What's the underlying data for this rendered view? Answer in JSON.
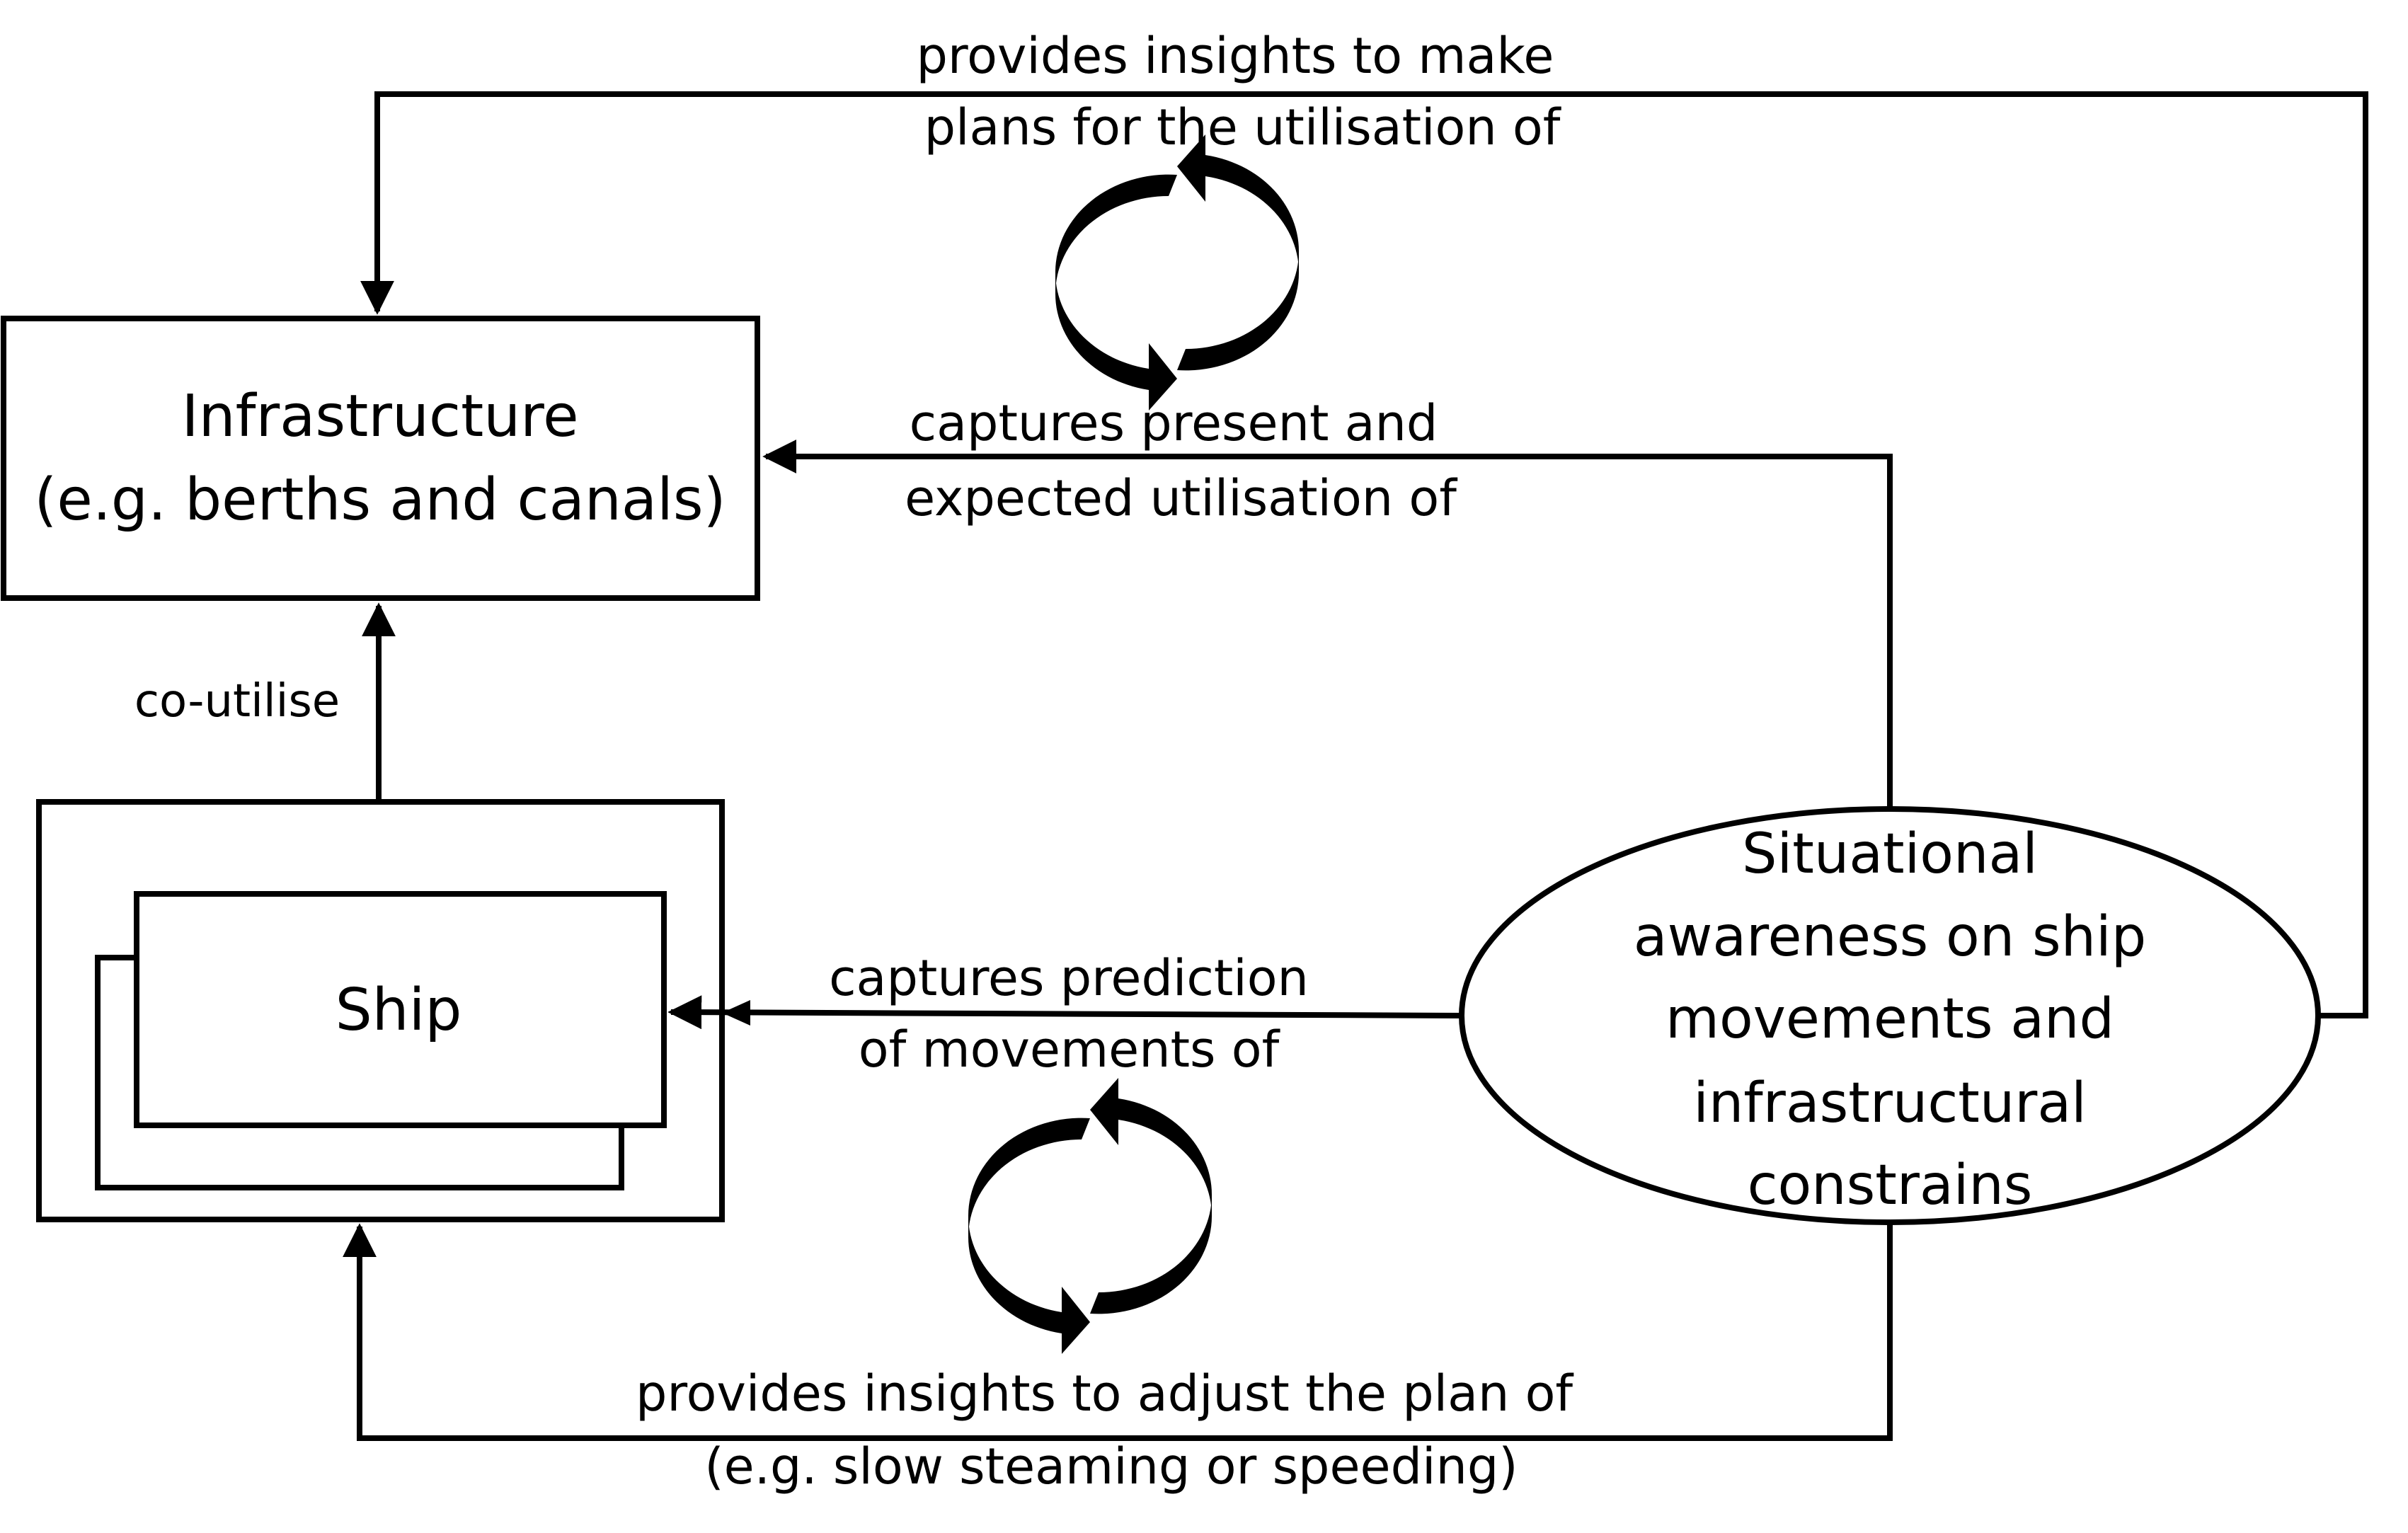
{
  "nodes": {
    "infrastructure": {
      "line1": "Infrastructure",
      "line2": "(e.g. berths and canals)"
    },
    "ship": {
      "label": "Ship"
    },
    "situational_awareness": {
      "lines": [
        "Situational",
        "awareness on ship",
        "movements and",
        "infrastructural",
        "constrains"
      ]
    }
  },
  "edges": {
    "top_loop": {
      "line1": "provides insights to make",
      "line2": "plans for the utilisation of"
    },
    "captures_infra": {
      "line1": "captures present and",
      "line2": "expected utilisation of"
    },
    "co_utilise": {
      "label": "co-utilise"
    },
    "captures_ship": {
      "line1": "captures prediction",
      "line2": "of movements of"
    },
    "bottom_loop": {
      "line1": "provides insights to adjust the plan of",
      "line2": "(e.g. slow steaming or speeding)"
    }
  },
  "colors": {
    "stroke": "#000000",
    "background": "#ffffff"
  },
  "icons": [
    "cycle-arrows-icon",
    "cycle-arrows-icon"
  ]
}
